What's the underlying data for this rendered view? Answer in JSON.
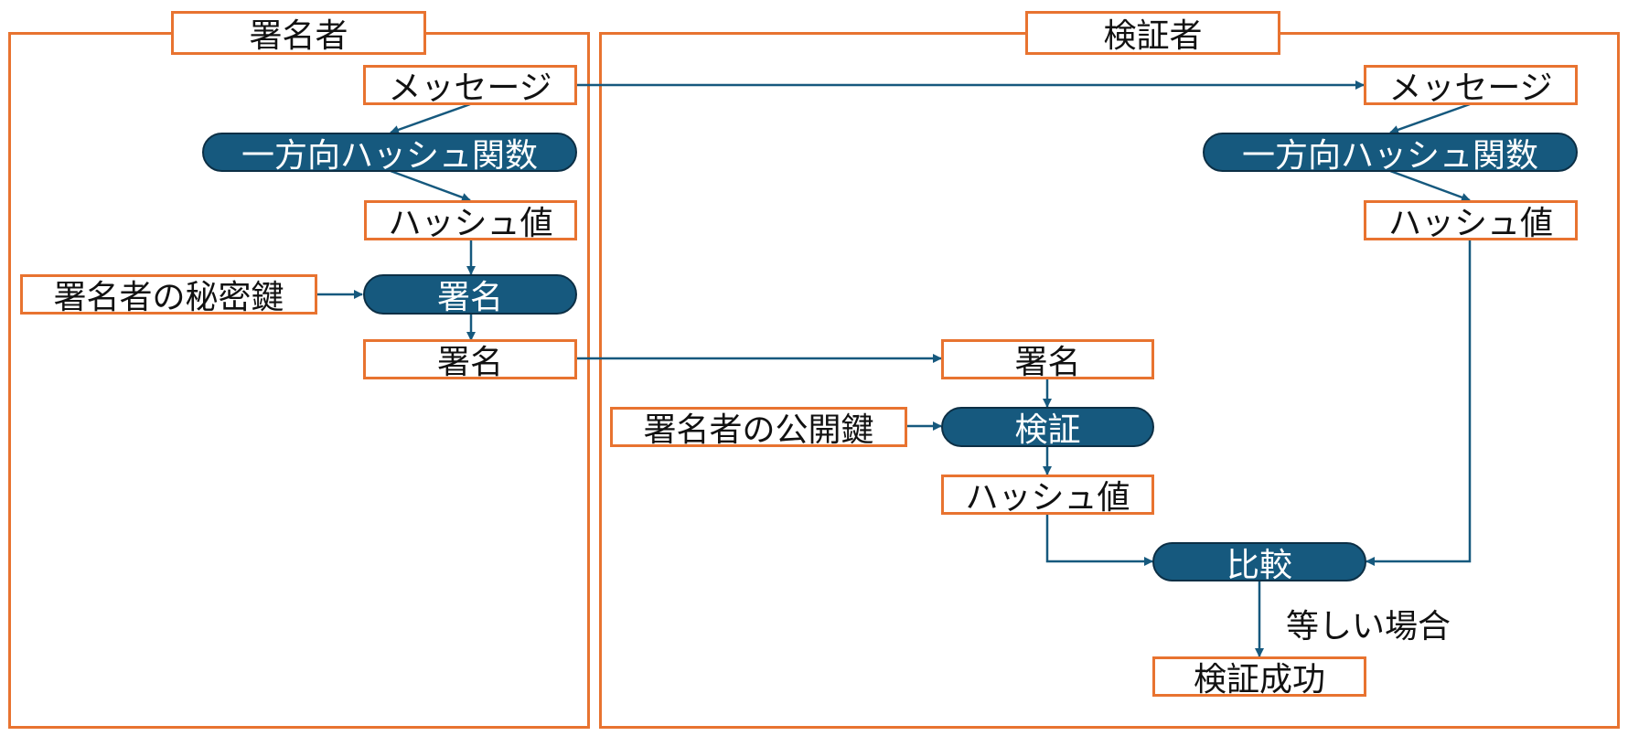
{
  "colors": {
    "frame": "#e87330",
    "process": "#16597e",
    "arrow": "#16597e"
  },
  "signer": {
    "title": "署名者",
    "message": "メッセージ",
    "hash_function": "一方向ハッシュ関数",
    "hash_value": "ハッシュ値",
    "private_key": "署名者の秘密鍵",
    "sign_process": "署名",
    "signature": "署名"
  },
  "verifier": {
    "title": "検証者",
    "message": "メッセージ",
    "hash_function": "一方向ハッシュ関数",
    "hash_value": "ハッシュ値",
    "signature": "署名",
    "public_key": "署名者の公開鍵",
    "verify_process": "検証",
    "decrypted_hash": "ハッシュ値",
    "compare_process": "比較",
    "equal_label": "等しい場合",
    "result": "検証成功"
  }
}
